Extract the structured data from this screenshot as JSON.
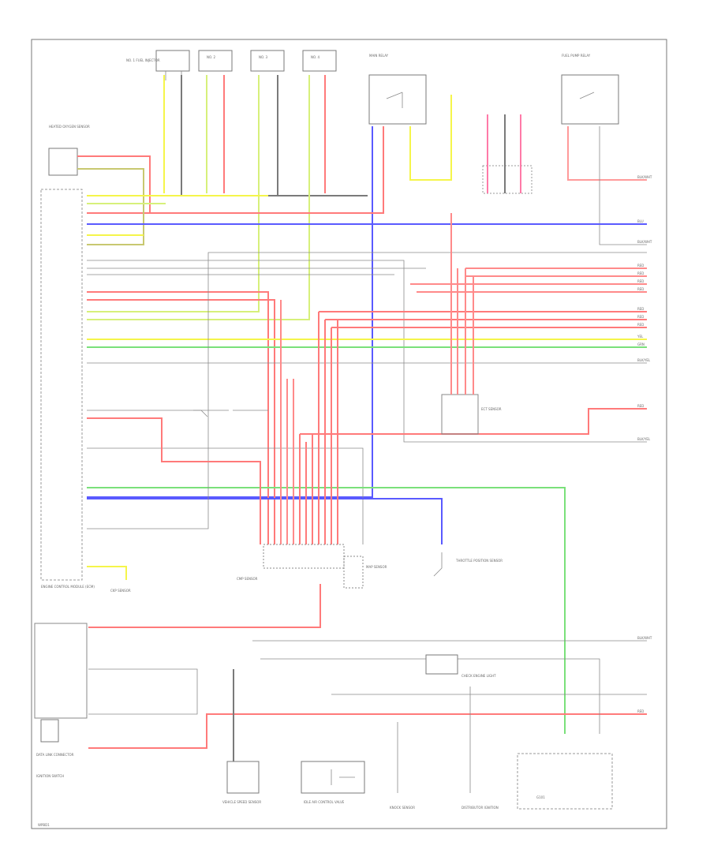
{
  "diagram": {
    "page_label": "WPBD1",
    "components": {
      "cyl1": "NO. 1 FUEL INJECTOR",
      "cyl2": "NO. 2",
      "cyl3": "NO. 3",
      "cyl4": "NO. 4",
      "relay_main": "MAIN RELAY",
      "relay_fuel": "FUEL PUMP RELAY",
      "ecm": "ENGINE CONTROL MODULE (ECM)",
      "sensor_o2": "HEATED OXYGEN SENSOR",
      "sensor_throttle": "THROTTLE POSITION SENSOR",
      "sensor_map": "MAP SENSOR",
      "sensor_speed": "VEHICLE SPEED SENSOR",
      "iac_valve": "IDLE AIR CONTROL VALVE",
      "ground": "G101",
      "data_link": "DATA LINK CONNECTOR",
      "ignition_switch": "IGNITION SWITCH",
      "check_engine": "CHECK ENGINE LIGHT",
      "knock_sensor": "KNOCK SENSOR",
      "ect_sensor": "ECT SENSOR",
      "cmp_sensor": "CMP SENSOR",
      "ckp_sensor": "CKP SENSOR",
      "distributor": "DISTRIBUTOR IGNITION"
    },
    "right_labels": [
      "BLK/WHT",
      "BLU",
      "BLK/WHT",
      "RED",
      "RED",
      "RED",
      "RED",
      "RED",
      "RED",
      "RED",
      "YEL",
      "GRN",
      "BLK/YEL",
      "RED",
      "BLK/YEL",
      "BLK/WHT",
      "RED"
    ],
    "wire_colors": {
      "red": "#ff4a4a",
      "pink": "#ff9a9a",
      "blue": "#5a5aff",
      "yellow": "#f5f54a",
      "green": "#7ae07a",
      "gray": "#7a7a7a",
      "olive": "#c8c870"
    }
  }
}
